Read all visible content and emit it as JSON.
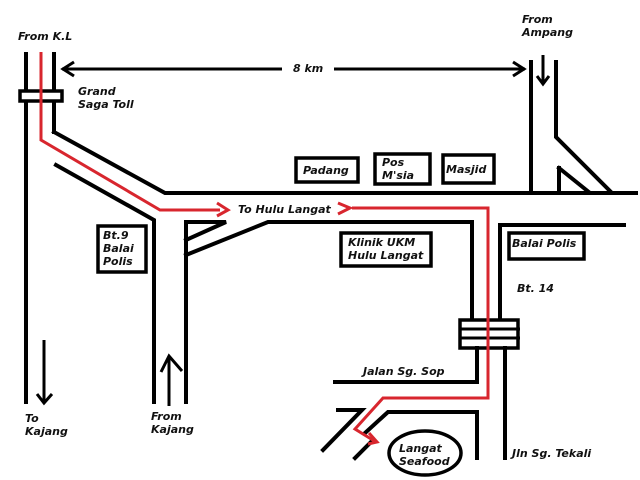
{
  "map": {
    "colors": {
      "road": "#000000",
      "route": "#d8262e",
      "background": "#ffffff"
    },
    "origins": {
      "from_kl": "From K.L",
      "from_ampang_1": "From",
      "from_ampang_2": "Ampang",
      "to_kajang_1": "To",
      "to_kajang_2": "Kajang",
      "from_kajang_1": "From",
      "from_kajang_2": "Kajang"
    },
    "distance": "8 km",
    "toll": {
      "line1": "Grand",
      "line2": "Saga Toll"
    },
    "direction": "To Hulu Langat",
    "landmarks": {
      "padang": "Padang",
      "pos_1": "Pos",
      "pos_2": "M'sia",
      "masjid": "Masjid",
      "bt9_1": "Bt.9",
      "bt9_2": "Balai",
      "bt9_3": "Polis",
      "klinik_1": "Klinik UKM",
      "klinik_2": "Hulu Langat",
      "balai_polis": "Balai Polis",
      "bt14": "Bt. 14",
      "destination_1": "Langat",
      "destination_2": "Seafood"
    },
    "roads": {
      "jalan_sg_sop": "Jalan Sg. Sop",
      "jln_sg_tekali": "Jln Sg. Tekali"
    }
  }
}
